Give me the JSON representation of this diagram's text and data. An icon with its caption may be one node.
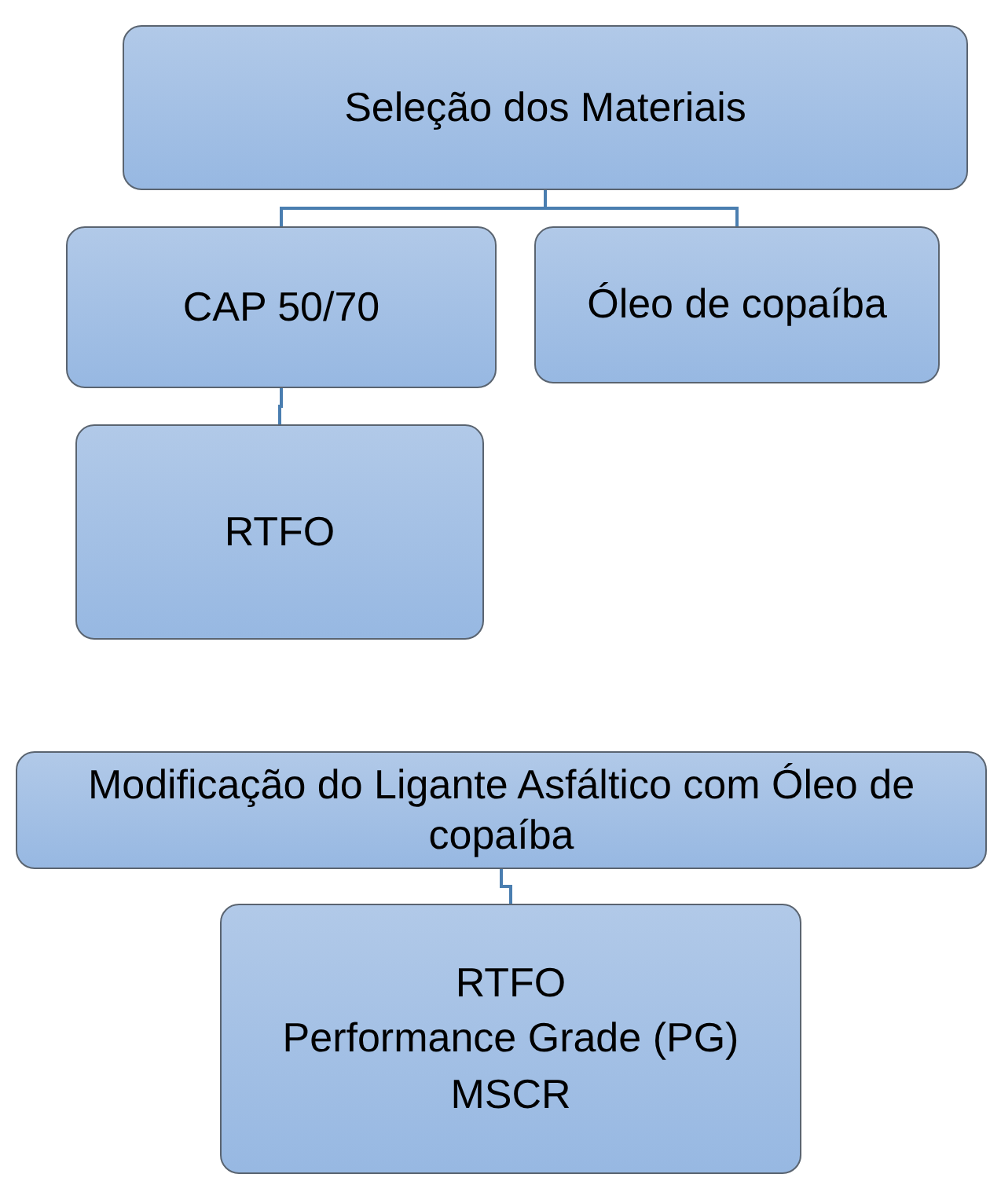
{
  "diagram": {
    "nodes": [
      {
        "text": [
          "Seleção dos Materiais"
        ]
      },
      {
        "text": [
          "CAP 50/70"
        ]
      },
      {
        "text": [
          "Óleo de copaíba"
        ]
      },
      {
        "text": [
          "RTFO"
        ]
      },
      {
        "text": [
          "Modificação do Ligante Asfáltico com Óleo de copaíba"
        ]
      },
      {
        "text": [
          "RTFO",
          "Performance Grade (PG)",
          "MSCR"
        ]
      }
    ],
    "edges": [
      {
        "from": 0,
        "to": 1,
        "arrow": "none"
      },
      {
        "from": 0,
        "to": 2,
        "arrow": "none"
      },
      {
        "from": 1,
        "to": 3,
        "arrow": "none"
      },
      {
        "from": 4,
        "to": 5,
        "arrow": "none"
      }
    ]
  }
}
